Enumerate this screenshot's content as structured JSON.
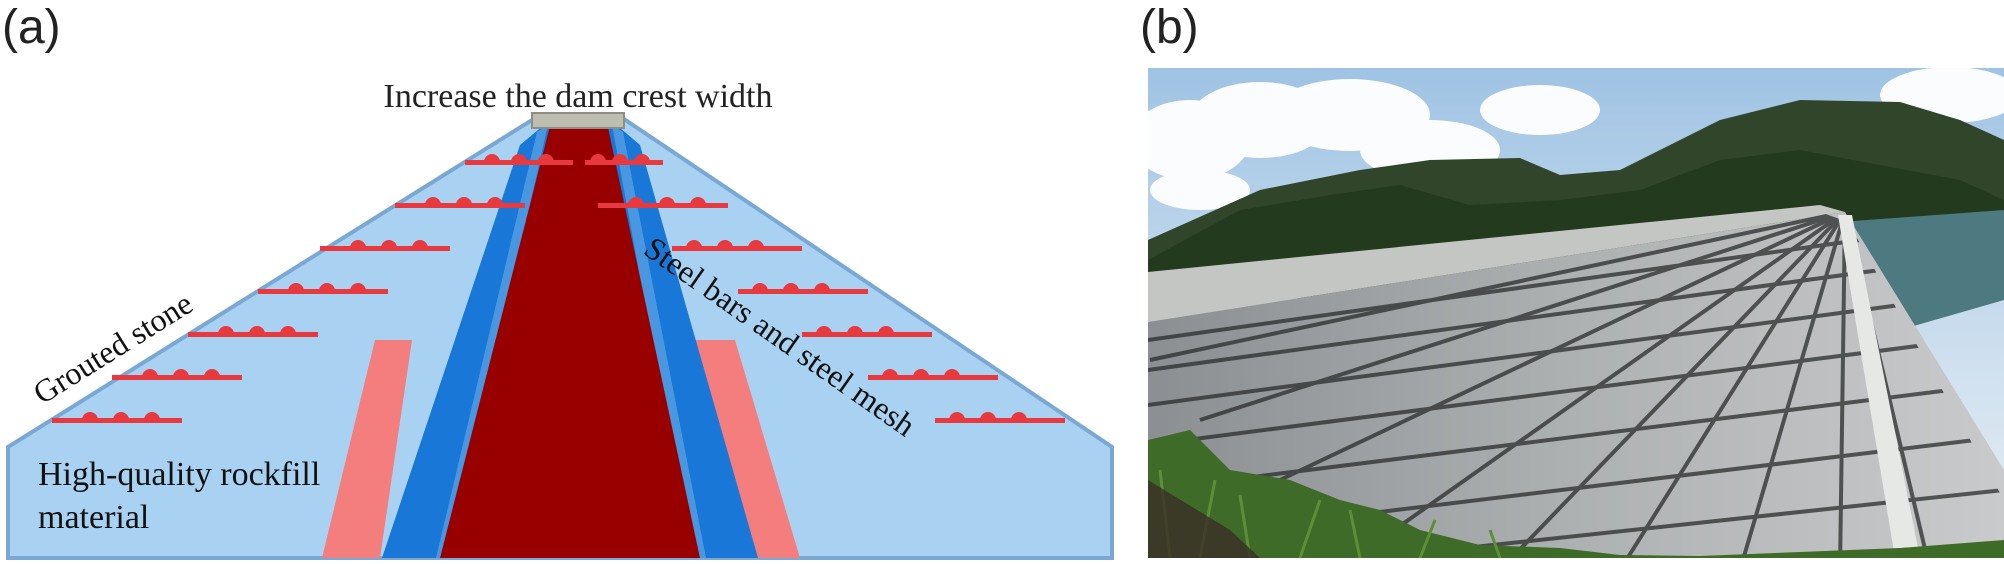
{
  "panels": {
    "a": {
      "label": "(a)"
    },
    "b": {
      "label": "(b)"
    }
  },
  "diagram": {
    "crest_label": "Increase the dam crest width",
    "left_slope_label": "Grouted stone",
    "right_slope_label": "Steel bars and steel mesh",
    "body_label_line1": "High-quality rockfill",
    "body_label_line2": "material"
  },
  "colors": {
    "fill_light_blue": "#a9d2f2",
    "outline_blue": "#7aa8d4",
    "filter_blue": "#1877d7",
    "core_red": "#980000",
    "transition_pink": "#f47e7e",
    "reinforcement_red": "#e8393f",
    "crest_gray": "#bdbdb0"
  }
}
